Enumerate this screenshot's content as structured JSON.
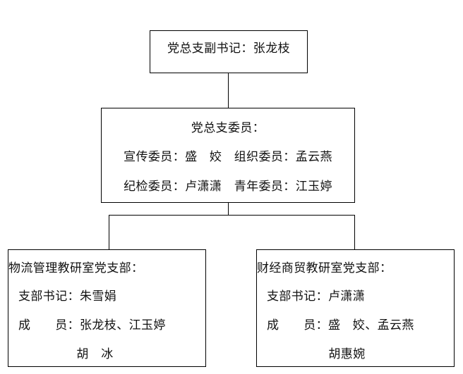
{
  "chart_data": {
    "type": "diagram",
    "title": "",
    "nodes": [
      {
        "id": "deputy_secretary",
        "lines": [
          "党总支副书记：张龙枝"
        ]
      },
      {
        "id": "party_committee",
        "lines": [
          "党总支委员：",
          "宣传委员：盛　姣　组织委员：孟云燕",
          "纪检委员：卢潇潇　青年委员：江玉婷"
        ]
      },
      {
        "id": "branch_logistics",
        "lines": [
          "物流管理教研室党支部：",
          "支部书记：朱雪娟",
          "成　　员：张龙枝、江玉婷",
          "胡　冰"
        ]
      },
      {
        "id": "branch_finance",
        "lines": [
          "财经商贸教研室党支部：",
          "支部书记：卢潇潇",
          "成　　员：盛　姣、孟云燕",
          "胡惠婉"
        ]
      }
    ],
    "edges": [
      {
        "from": "deputy_secretary",
        "to": "party_committee"
      },
      {
        "from": "party_committee",
        "to": "branch_logistics"
      },
      {
        "from": "party_committee",
        "to": "branch_finance"
      }
    ],
    "colors": {
      "background": "#ffffff",
      "border": "#000000",
      "text": "#111111"
    }
  },
  "top_node": {
    "title": "党总支副书记：张龙枝"
  },
  "committee_node": {
    "heading": "党总支委员：",
    "row_publicity_organization": "宣传委员：盛　姣　组织委员：孟云燕",
    "row_discipline_youth": "纪检委员：卢潇潇　青年委员：江玉婷"
  },
  "branch_logistics": {
    "title": "物流管理教研室党支部：",
    "secretary": "支部书记：朱雪娟",
    "members_line1": "成　　员：张龙枝、江玉婷",
    "members_line2": "胡　冰"
  },
  "branch_finance": {
    "title": "财经商贸教研室党支部：",
    "secretary": "支部书记：卢潇潇",
    "members_line1": "成　　员：盛　姣、孟云燕",
    "members_line2": "胡惠婉"
  }
}
